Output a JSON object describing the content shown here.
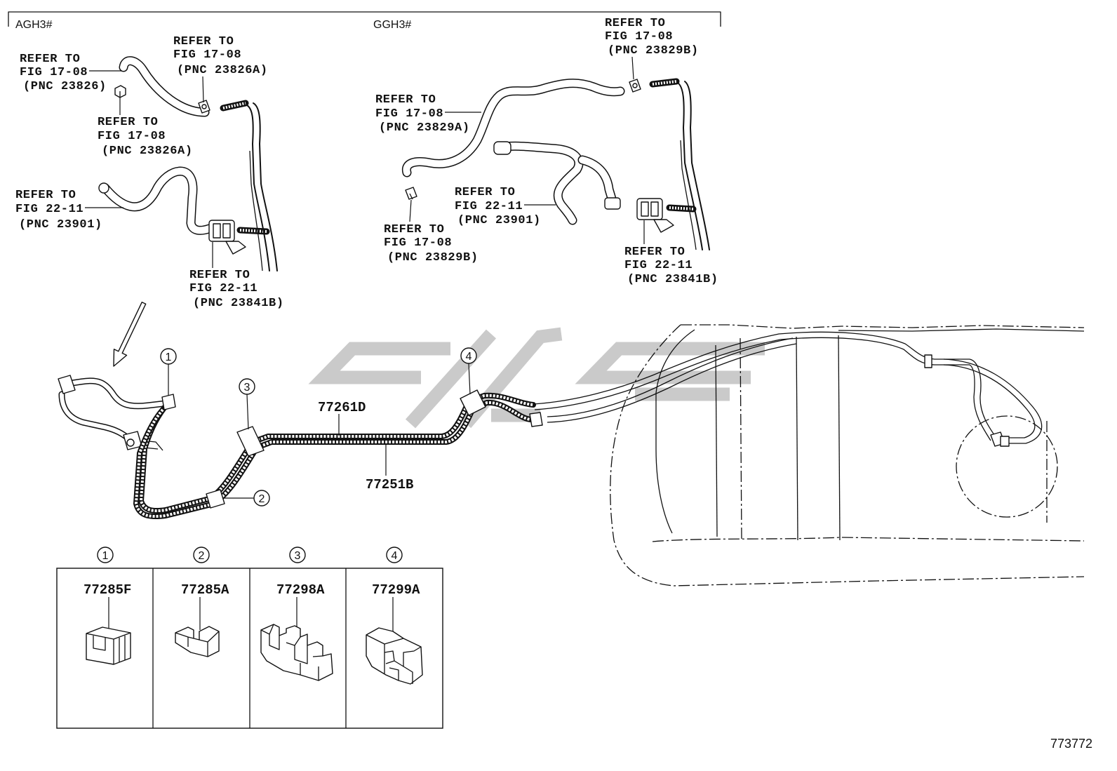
{
  "sections": {
    "left_label": "AGH3#",
    "right_label": "GGH3#"
  },
  "callouts": [
    {
      "line1": "REFER TO",
      "line2": "FIG 17-08",
      "line3": "(PNC 23826)"
    },
    {
      "line1": "REFER TO",
      "line2": "FIG 17-08",
      "line3": "(PNC 23826A)"
    },
    {
      "line1": "REFER TO",
      "line2": "FIG 17-08",
      "line3": "(PNC 23826A)"
    },
    {
      "line1": "REFER TO",
      "line2": "FIG 22-11",
      "line3": "(PNC 23901)"
    },
    {
      "line1": "REFER TO",
      "line2": "FIG 22-11",
      "line3": "(PNC 23841B)"
    },
    {
      "line1": "REFER TO",
      "line2": "FIG 17-08",
      "line3": "(PNC 23829B)"
    },
    {
      "line1": "REFER TO",
      "line2": "FIG 17-08",
      "line3": "(PNC 23829A)"
    },
    {
      "line1": "REFER TO",
      "line2": "FIG 22-11",
      "line3": "(PNC 23901)"
    },
    {
      "line1": "REFER TO",
      "line2": "FIG 17-08",
      "line3": "(PNC 23829B)"
    },
    {
      "line1": "REFER TO",
      "line2": "FIG 22-11",
      "line3": "(PNC 23841B)"
    }
  ],
  "markers": [
    "1",
    "2",
    "3",
    "4"
  ],
  "parts": {
    "tube_upper": "77261D",
    "tube_lower": "77251B"
  },
  "table": {
    "columns": [
      {
        "marker": "1",
        "part_no": "77285F"
      },
      {
        "marker": "2",
        "part_no": "77285A"
      },
      {
        "marker": "3",
        "part_no": "77298A"
      },
      {
        "marker": "4",
        "part_no": "77299A"
      }
    ]
  },
  "figure_id": "773772"
}
